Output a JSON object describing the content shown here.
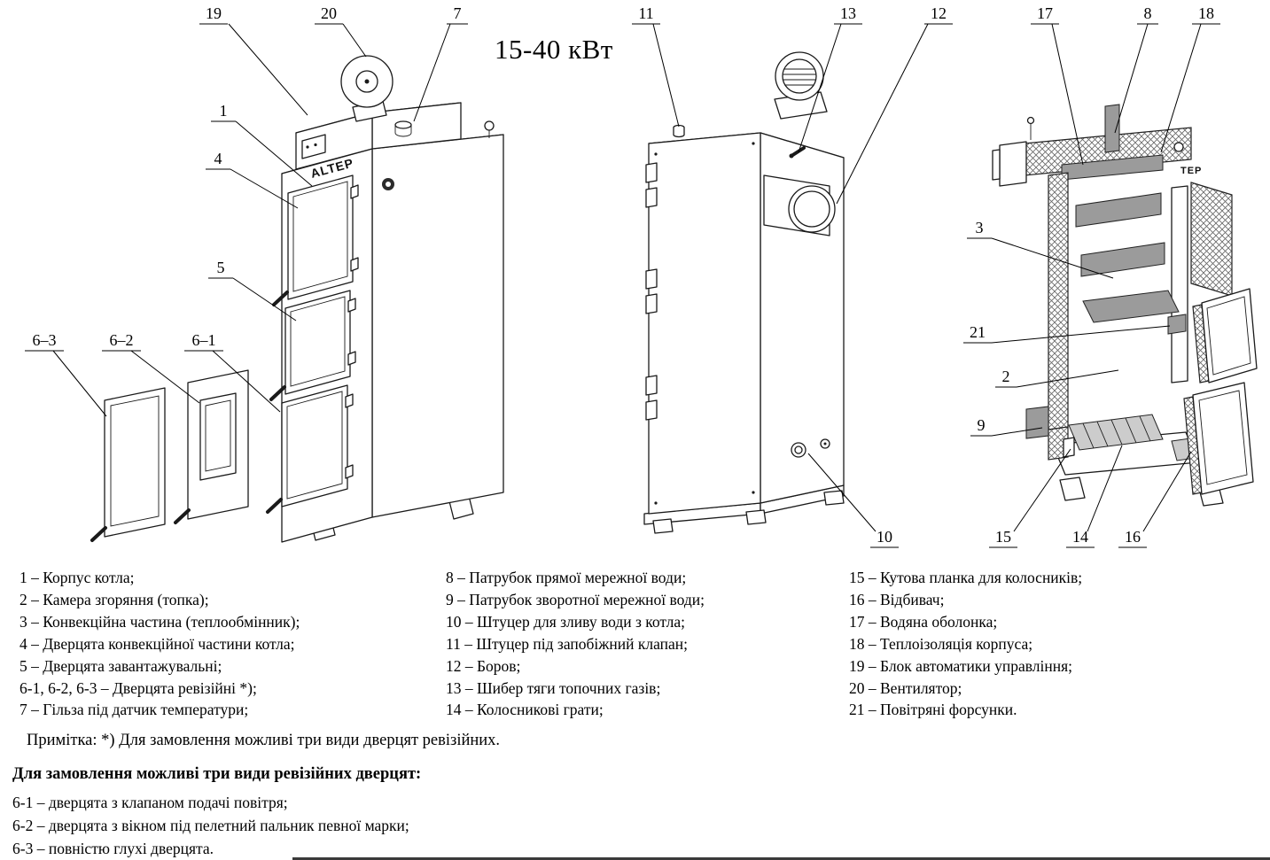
{
  "title": "15-40 кВт",
  "brand": "ALTEP",
  "brand_partial": "TEP",
  "callouts": {
    "c1": "1",
    "c2": "2",
    "c3": "3",
    "c4": "4",
    "c5": "5",
    "c6_1": "6–1",
    "c6_2": "6–2",
    "c6_3": "6–3",
    "c7": "7",
    "c8": "8",
    "c9": "9",
    "c10": "10",
    "c11": "11",
    "c12": "12",
    "c13": "13",
    "c14": "14",
    "c15": "15",
    "c16": "16",
    "c17": "17",
    "c18": "18",
    "c19": "19",
    "c20": "20",
    "c21": "21"
  },
  "legend": {
    "col1": [
      "1 – Корпус котла;",
      "2 – Камера згоряння (топка);",
      "3 – Конвекційна частина (теплообмінник);",
      "4 – Дверцята конвекційної частини котла;",
      "5 – Дверцята завантажувальні;",
      "6-1, 6-2, 6-3 – Дверцята ревізійні *);",
      "7 – Гільза під датчик температури;"
    ],
    "col2": [
      "8 – Патрубок прямої мережної води;",
      "9 – Патрубок зворотної мережної води;",
      "10 – Штуцер для зливу води з котла;",
      "11 – Штуцер під запобіжний клапан;",
      "12 – Боров;",
      "13 – Шибер тяги топочних газів;",
      "14 – Колосникові грати;"
    ],
    "col3": [
      "15 – Кутова планка для колосників;",
      "16 – Відбивач;",
      "17 – Водяна оболонка;",
      "18 – Теплоізоляція корпуса;",
      "19 – Блок автоматики управління;",
      "20 – Вентилятор;",
      "21 – Повітряні форсунки."
    ]
  },
  "note": "Примітка: *) Для замовлення можливі три види дверцят ревізійних.",
  "order_note": {
    "heading": "Для замовлення можливі три види ревізійних дверцят:",
    "items": [
      "6-1 – дверцята з клапаном подачі повітря;",
      "6-2 – дверцята з вікном під пелетний пальник певної марки;",
      "6-3 – повністю глухі дверцята."
    ]
  }
}
